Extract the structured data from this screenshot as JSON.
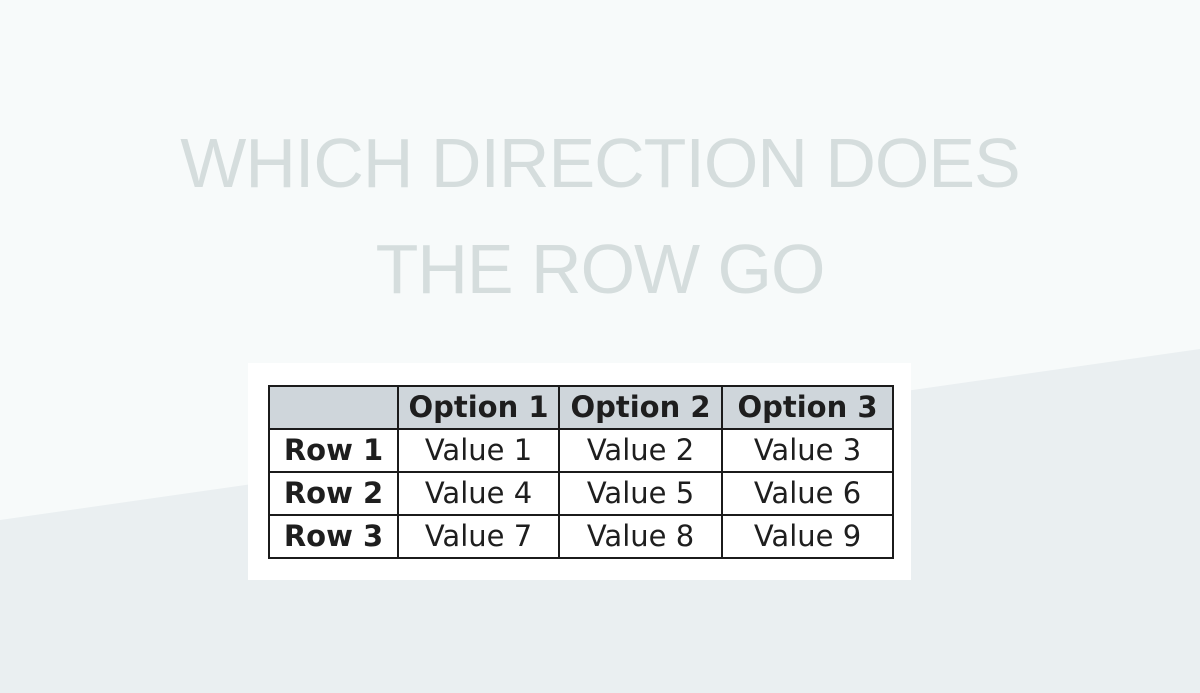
{
  "title": {
    "line1": "WHICH DIRECTION DOES",
    "line2": "THE ROW GO"
  },
  "table": {
    "corner": "",
    "headers": [
      "Option 1",
      "Option 2",
      "Option 3"
    ],
    "rows": [
      {
        "label": "Row 1",
        "values": [
          "Value 1",
          "Value 2",
          "Value 3"
        ]
      },
      {
        "label": "Row 2",
        "values": [
          "Value 4",
          "Value 5",
          "Value 6"
        ]
      },
      {
        "label": "Row 3",
        "values": [
          "Value 7",
          "Value 8",
          "Value 9"
        ]
      }
    ]
  },
  "colors": {
    "background_top": "#f7fafa",
    "background_band": "#eaeff1",
    "title_text": "#d5dddd",
    "card_background": "#ffffff",
    "header_cell_background": "#cfd6db",
    "table_border": "#1b1b1b",
    "table_text": "#1e1e1e"
  }
}
